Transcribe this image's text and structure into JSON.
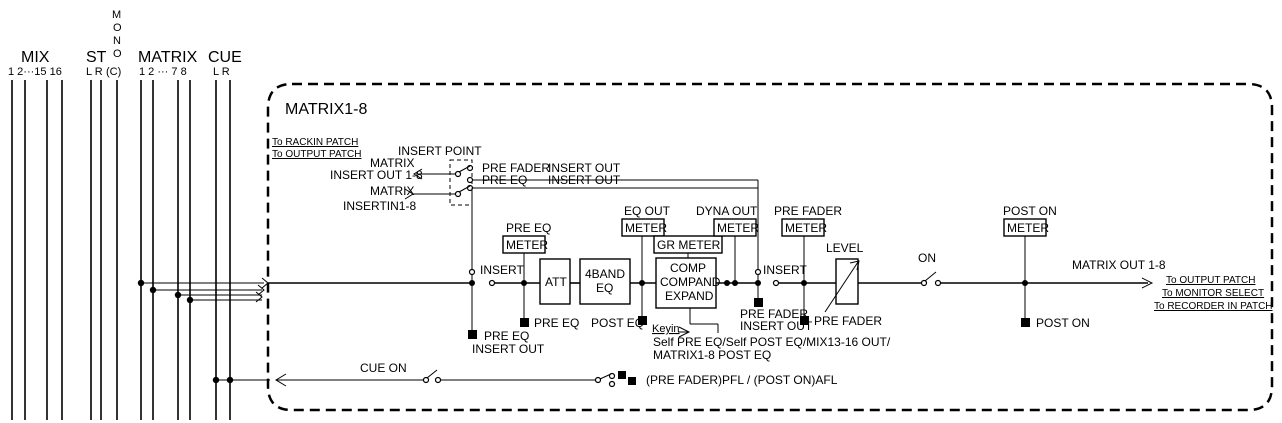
{
  "bus_labels": {
    "mix": "MIX",
    "mix_channels": "1  2···15 16",
    "st": "ST",
    "st_channels": "L R",
    "mono_letters": [
      "M",
      "O",
      "N",
      "O"
    ],
    "mono_c": "(C)",
    "matrix": "MATRIX",
    "matrix_channels": "1  2 ··· 7  8",
    "cue": "CUE",
    "cue_channels": "L R"
  },
  "section_title": "MATRIX1-8",
  "patch_labels": {
    "to_rackin_patch": "To RACKIN PATCH",
    "to_output_patch": "To OUTPUT PATCH"
  },
  "insert_point": {
    "title": "INSERT POINT",
    "matrix_out_1": "MATRIX",
    "matrix_out_2": "INSERT OUT 1-8",
    "matrix_in_1": "MATRIX",
    "matrix_in_2": "INSERTIN1-8",
    "opt_pre_fader": "PRE FADER",
    "opt_pre_eq": "PRE EQ",
    "opt_insert_out_1": "INSERT OUT",
    "opt_insert_out_2": "INSERT OUT"
  },
  "meters": {
    "pre_eq_label": "PRE EQ",
    "eq_out_label": "EQ OUT",
    "dyna_out_label": "DYNA OUT",
    "pre_fader_label": "PRE FADER",
    "post_on_label": "POST ON",
    "meter_word": "METER",
    "gr_meter": "GR METER"
  },
  "blocks": {
    "att": "ATT",
    "eq_1": "4BAND",
    "eq_2": "EQ",
    "comp_1": "COMP",
    "comp_2": "COMPAND",
    "comp_3": "EXPAND"
  },
  "signal_labels": {
    "insert_1": "INSERT",
    "insert_2": "INSERT",
    "level": "LEVEL",
    "on": "ON",
    "matrix_out": "MATRIX OUT 1-8",
    "pre_eq_tap": "PRE EQ",
    "post_eq_tap": "POST EQ",
    "pre_eq_insert_out_1": "PRE EQ",
    "pre_eq_insert_out_2": "INSERT OUT",
    "pre_fader_insert_out_1": "PRE FADER",
    "pre_fader_insert_out_2": "INSERT OUT",
    "pre_fader_tap": "PRE FADER",
    "post_on_tap": "POST ON",
    "keyin": "Keyin",
    "keyin_src_1": "Self PRE EQ/Self POST EQ/MIX13-16 OUT/",
    "keyin_src_2": "MATRIX1-8 POST EQ",
    "cue_on": "CUE ON",
    "pfl_afl": "(PRE FADER)PFL / (POST ON)AFL"
  },
  "outputs": {
    "to_output_patch": "To OUTPUT PATCH",
    "to_monitor_select": "To MONITOR SELECT",
    "to_recorder_in_patch": "To RECORDER IN PATCH"
  }
}
